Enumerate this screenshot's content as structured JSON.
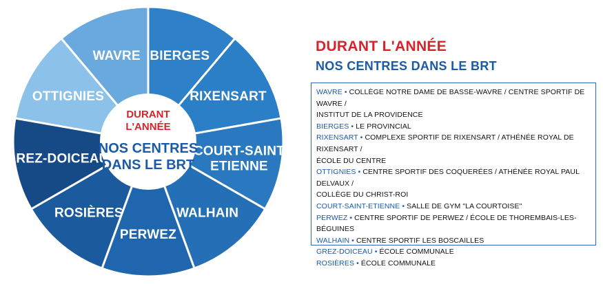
{
  "wheel": {
    "segments": [
      {
        "lines": [
          "BIERGES"
        ],
        "color": "#2e81c8"
      },
      {
        "lines": [
          "RIXENSART"
        ],
        "color": "#2b7fc6"
      },
      {
        "lines": [
          "COURT-SAINT",
          "ETIENNE"
        ],
        "color": "#2a78bf"
      },
      {
        "lines": [
          "WALHAIN"
        ],
        "color": "#246fb5"
      },
      {
        "lines": [
          "PERWEZ"
        ],
        "color": "#1f66ae"
      },
      {
        "lines": [
          "ROSIÈRES"
        ],
        "color": "#1b5a9d"
      },
      {
        "lines": [
          "GREZ-DOICEAU"
        ],
        "color": "#164a86"
      },
      {
        "lines": [
          "OTTIGNIES"
        ],
        "color": "#8cc2e9"
      },
      {
        "lines": [
          "WAVRE"
        ],
        "color": "#6aa9de"
      }
    ],
    "center": {
      "red_lines": [
        "DURANT",
        "L'ANNÉE"
      ],
      "blue_lines": [
        "NOS CENTRES",
        "DANS LE BRT"
      ]
    }
  },
  "heading": {
    "title": "DURANT L'ANNÉE",
    "subtitle": "NOS CENTRES DANS LE BRT"
  },
  "list": [
    {
      "place": "WAVRE",
      "sep": " • ",
      "text": "COLLÈGE NOTRE DAME DE BASSE-WAVRE / CENTRE SPORTIF DE WAVRE /"
    },
    {
      "place": "",
      "sep": "",
      "text": "INSTITUT DE LA PROVIDENCE"
    },
    {
      "place": "BIERGES",
      "sep": " • ",
      "text": "LE PROVINCIAL"
    },
    {
      "place": "RIXENSART",
      "sep": " • ",
      "text": "COMPLEXE SPORTIF DE RIXENSART / ATHÉNÉE ROYAL DE RIXENSART /"
    },
    {
      "place": "",
      "sep": "",
      "text": "ÉCOLE DU CENTRE"
    },
    {
      "place": "OTTIGNIES",
      "sep": " • ",
      "text": "CENTRE SPORTIF DES COQUERÉES / ATHÉNÉE ROYAL PAUL DELVAUX /"
    },
    {
      "place": "",
      "sep": "",
      "text": "COLLÈGE DU CHRIST-ROI"
    },
    {
      "place": "COURT-SAINT-ETIENNE",
      "sep": " • ",
      "text": "SALLE DE GYM \"LA COURTOISE\""
    },
    {
      "place": "PERWEZ",
      "sep": " • ",
      "text": "CENTRE SPORTIF DE PERWEZ / ÉCOLE DE THOREMBAIS-LES-BÉGUINES"
    },
    {
      "place": "WALHAIN",
      "sep": " • ",
      "text": "CENTRE SPORTIF LES BOSCAILLES"
    },
    {
      "place": "GREZ-DOICEAU",
      "sep": " • ",
      "text": "ÉCOLE COMMUNALE"
    },
    {
      "place": "ROSIÈRES",
      "sep": " • ",
      "text": "ÉCOLE COMMUNALE"
    }
  ]
}
